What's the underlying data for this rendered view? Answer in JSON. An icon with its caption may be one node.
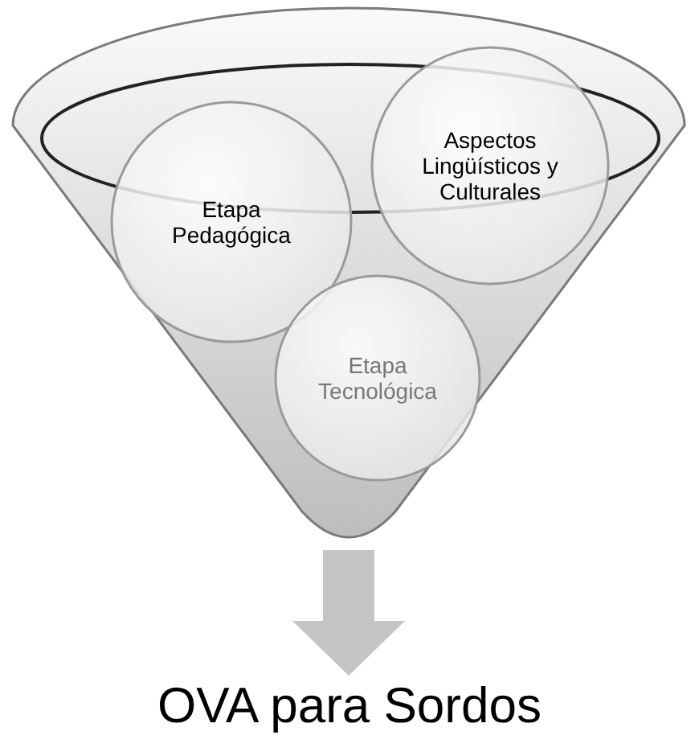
{
  "diagram": {
    "nodes": [
      {
        "text": [],
        "shape": "funnel"
      },
      {
        "text": [
          "Etapa Pedagógica"
        ],
        "in": 0
      },
      {
        "text": [
          "Aspectos Lingüísticos y Culturales"
        ],
        "in": 0
      },
      {
        "text": [
          "Etapa Tecnológica"
        ],
        "in": 0
      },
      {
        "text": [
          "OVA para Sordos"
        ]
      }
    ],
    "edges": [
      {
        "from": 0,
        "to": 4,
        "arrow": "to"
      }
    ]
  }
}
